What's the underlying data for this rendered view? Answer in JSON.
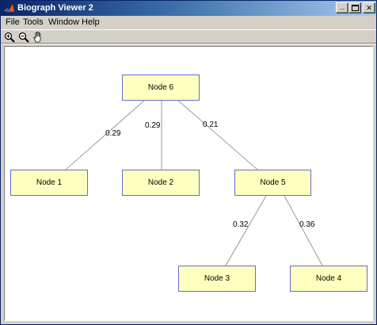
{
  "window": {
    "title": "Biograph Viewer 2"
  },
  "caption_buttons": {
    "minimize": "_",
    "maximize": "□",
    "close": "✕"
  },
  "menu": [
    {
      "label": "File"
    },
    {
      "label": "Tools"
    },
    {
      "label": "Window"
    },
    {
      "label": "Help"
    }
  ],
  "toolbar": [
    {
      "icon": "zoom-in-icon"
    },
    {
      "icon": "zoom-out-icon"
    },
    {
      "icon": "pan-hand-icon"
    }
  ],
  "graph": {
    "nodes": [
      {
        "id": "n6",
        "label": "Node 6"
      },
      {
        "id": "n1",
        "label": "Node 1"
      },
      {
        "id": "n2",
        "label": "Node 2"
      },
      {
        "id": "n5",
        "label": "Node 5"
      },
      {
        "id": "n3",
        "label": "Node 3"
      },
      {
        "id": "n4",
        "label": "Node 4"
      }
    ],
    "edges": [
      {
        "from": "Node 6",
        "to": "Node 1",
        "weight": "0.29"
      },
      {
        "from": "Node 6",
        "to": "Node 2",
        "weight": "0.29"
      },
      {
        "from": "Node 6",
        "to": "Node 5",
        "weight": "0.21"
      },
      {
        "from": "Node 5",
        "to": "Node 3",
        "weight": "0.32"
      },
      {
        "from": "Node 5",
        "to": "Node 4",
        "weight": "0.36"
      }
    ],
    "colors": {
      "node_fill": "#ffffc0",
      "node_border": "#6a6ac8",
      "edge": "#808080"
    }
  }
}
